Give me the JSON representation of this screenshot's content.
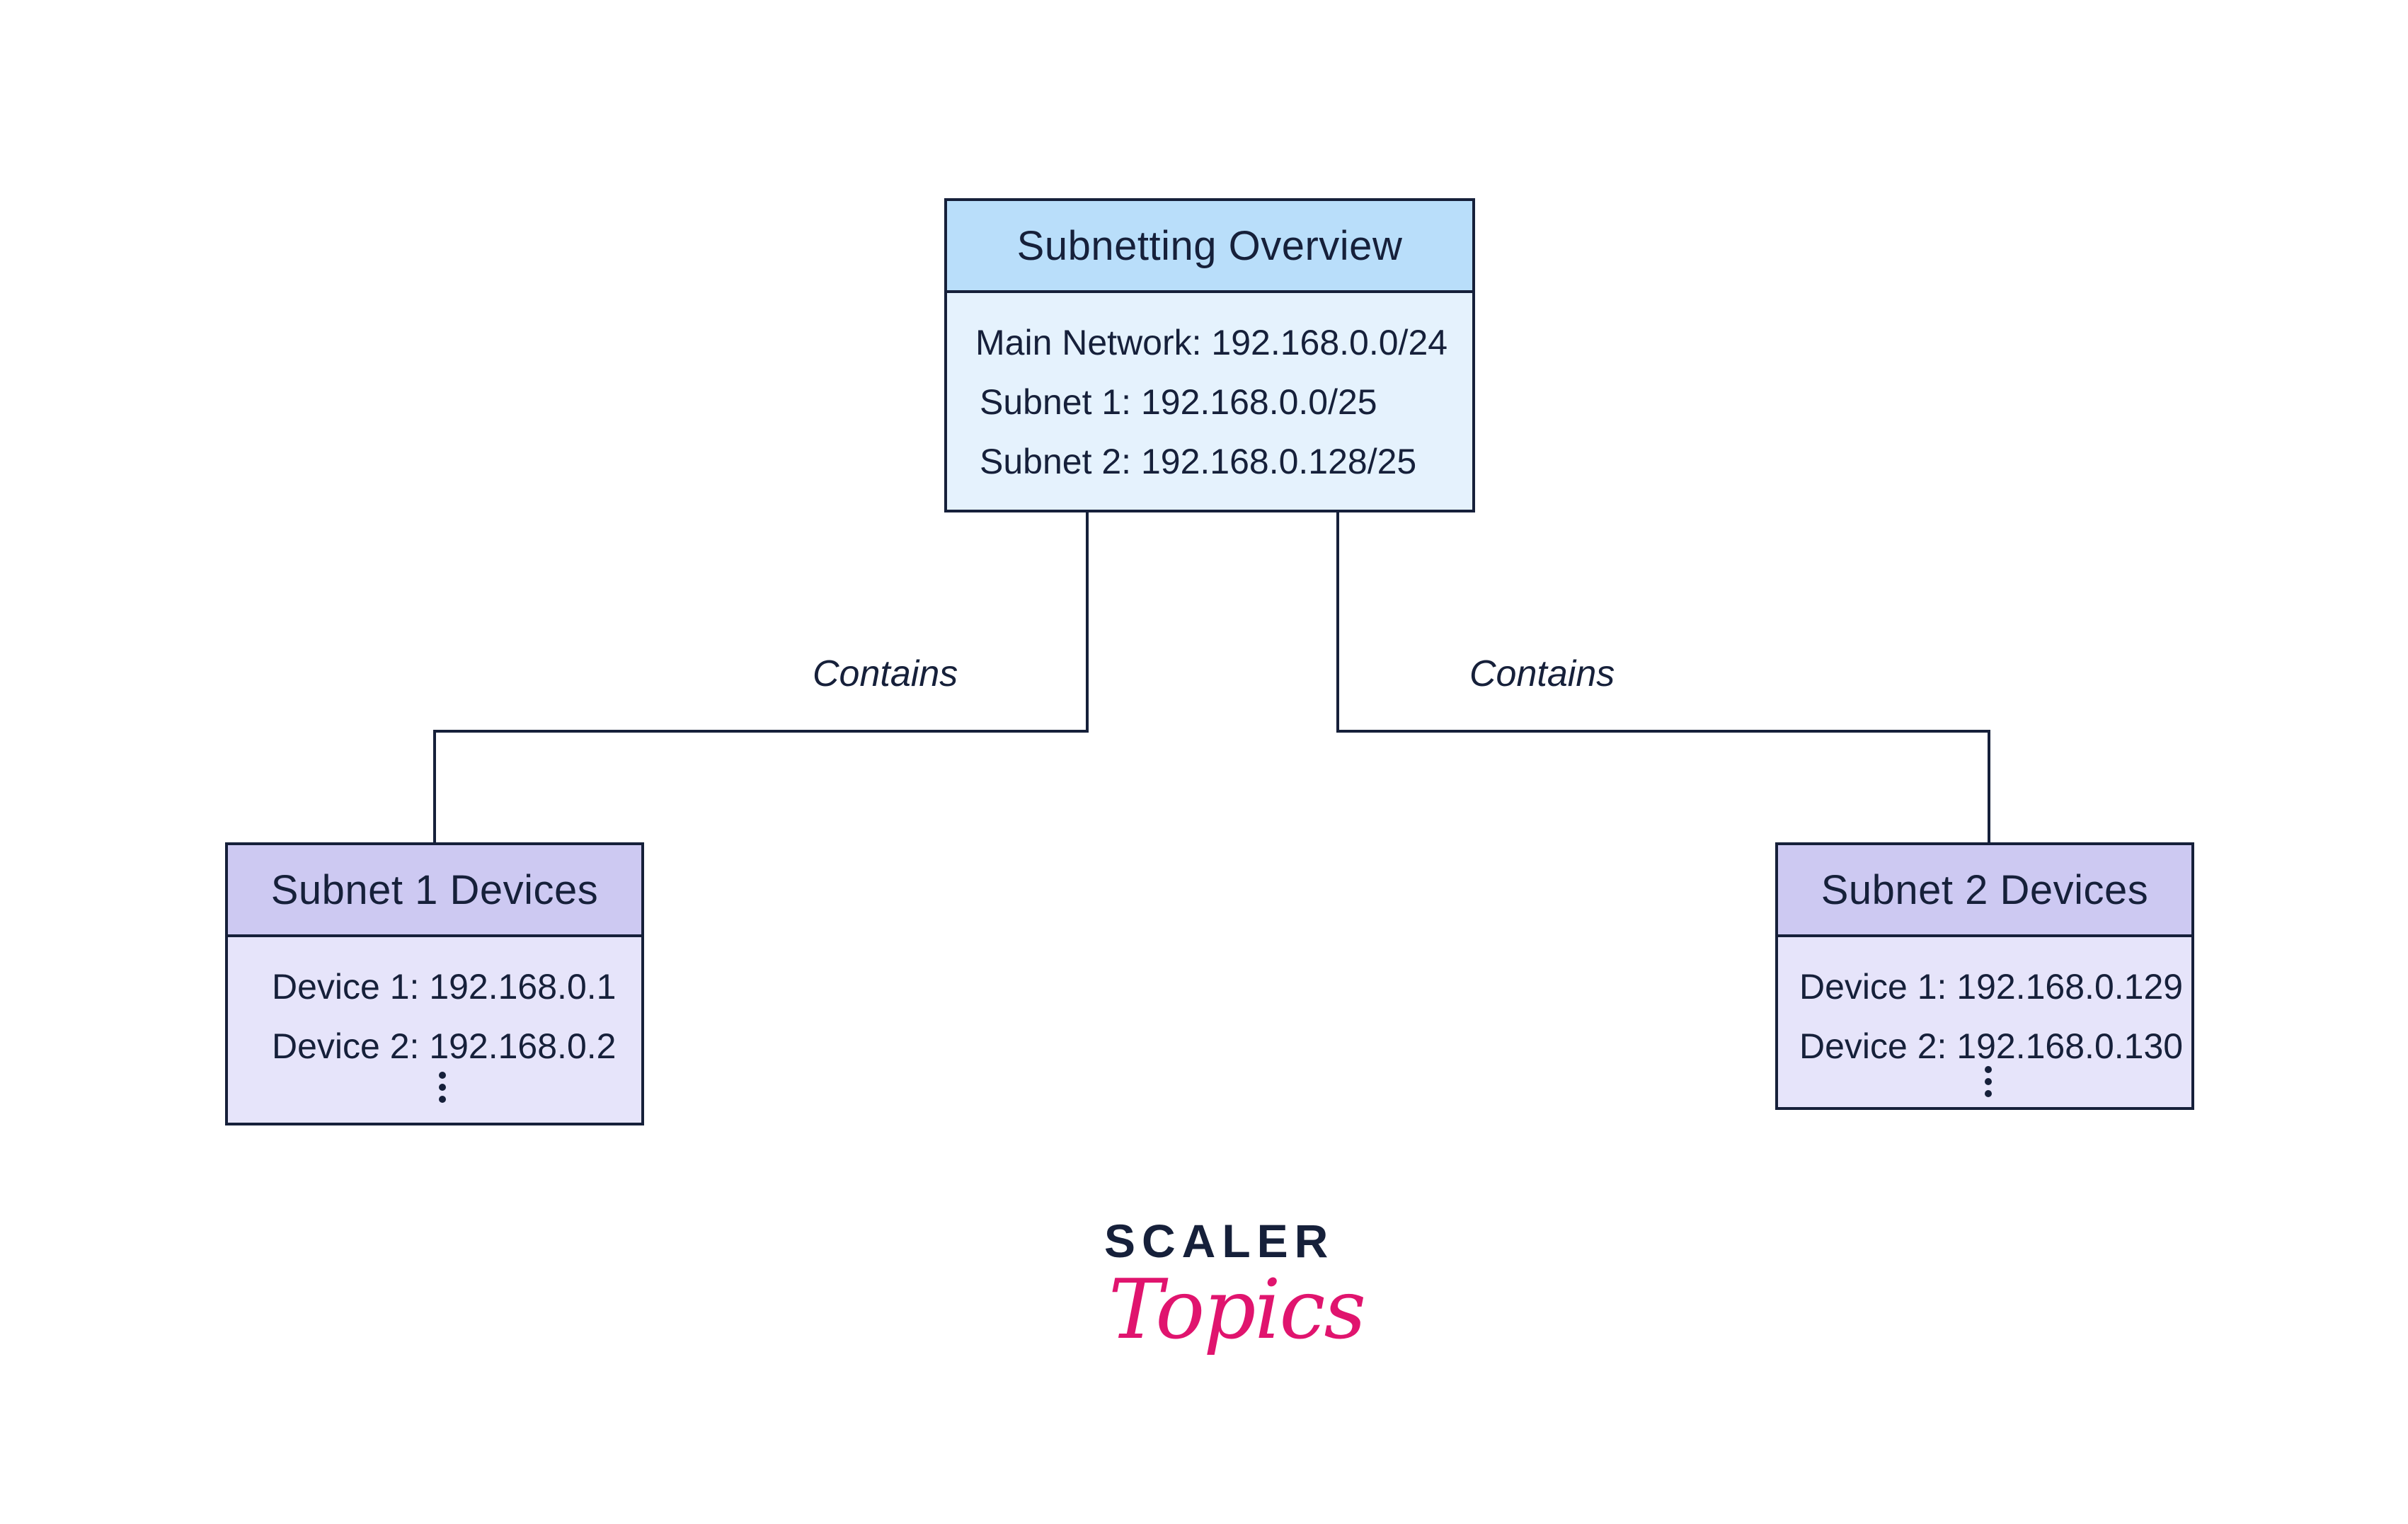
{
  "overview": {
    "title": "Subnetting Overview",
    "lines": [
      "Main Network: 192.168.0.0/24",
      "Subnet 1: 192.168.0.0/25",
      "Subnet 2: 192.168.0.128/25"
    ]
  },
  "subnet1": {
    "title": "Subnet 1 Devices",
    "lines": [
      "Device 1: 192.168.0.1",
      "Device 2: 192.168.0.2"
    ]
  },
  "subnet2": {
    "title": "Subnet 2 Devices",
    "lines": [
      "Device 1: 192.168.0.129",
      "Device 2: 192.168.0.130"
    ]
  },
  "edges": {
    "left_label": "Contains",
    "right_label": "Contains"
  },
  "logo": {
    "line1": "SCALER",
    "line2": "Topics"
  },
  "colors": {
    "overview_header": "#b9defa",
    "overview_body": "#e5f2fd",
    "subnet_header": "#cdc9f2",
    "subnet_body": "#e6e4fa",
    "stroke": "#16203a",
    "logo_accent": "#e0146e"
  }
}
